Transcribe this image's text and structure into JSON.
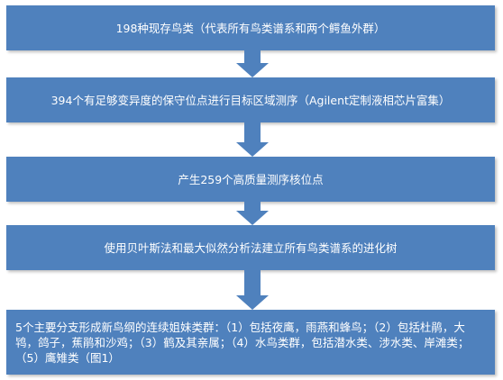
{
  "steps": [
    "198种现存鸟类（代表所有鸟类谱系和两个鳄鱼外群）",
    "394个有足够变异度的保守位点进行目标区域测序（Agilent定制液相芯片富集）",
    "产生259个高质量测序核位点",
    "使用贝叶斯法和最大似然分析法建立所有鸟类谱系的进化树",
    "5个主要分支形成新鸟纲的连续姐妹类群：（1）包括夜鹰，雨燕和蜂鸟；（2）包括杜鹃，大鸨，鸽子，蕉鹃和沙鸡；（3）鹤及其亲属；（4）水鸟类群，包括潜水类、涉水类、岸滩类；（5）鹰雉类（图1）"
  ],
  "colors": {
    "box": "#4f81bd",
    "text": "#ffffff"
  }
}
